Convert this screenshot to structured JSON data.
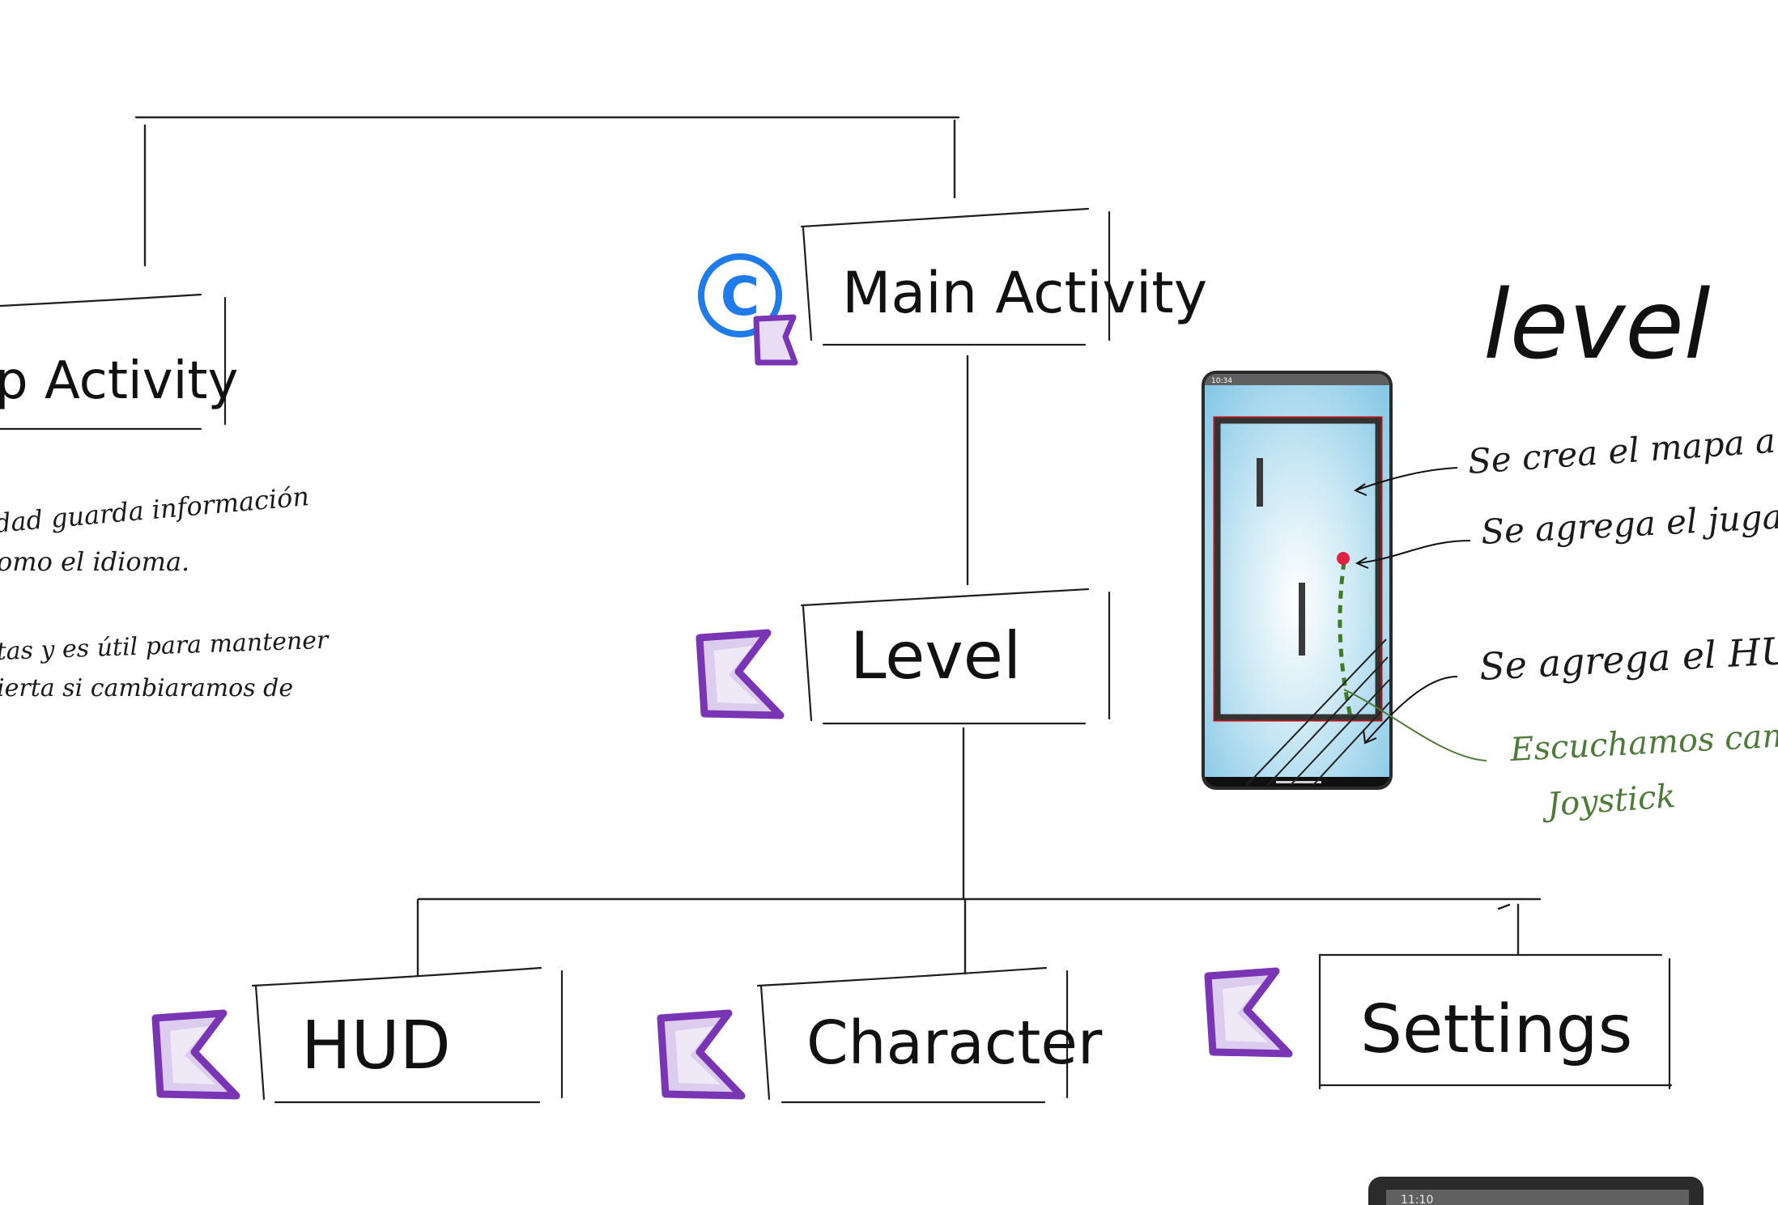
{
  "canvas": {
    "background": "#ffffff"
  },
  "nodes": {
    "app_activity": {
      "label": "App Activity",
      "visible_label": "p   Activity"
    },
    "main_activity": {
      "label": "Main Activity",
      "icon": "kotlin-class-copyright-icon"
    },
    "level": {
      "label": "Level",
      "icon": "kotlin-file-icon"
    },
    "hud": {
      "label": "HUD",
      "icon": "kotlin-file-icon"
    },
    "character": {
      "label": "Character",
      "icon": "kotlin-file-icon"
    },
    "settings": {
      "label": "Settings",
      "icon": "kotlin-file-icon"
    }
  },
  "left_notes": {
    "line1": "dad guarda información",
    "line2": "omo el idioma.",
    "line3": "tas y es útil para mantener",
    "line4": "ierta si cambiaramos de"
  },
  "level_panel": {
    "title": "level",
    "status_time": "10:34",
    "annotations": {
      "map": "Se crea el mapa a",
      "player": "Se agrega el jugado",
      "hud": "Se agrega el HU",
      "joystick_line1": "Escuchamos cam",
      "joystick_line2": "Joystick"
    }
  },
  "bottom_phone_status": "11:10",
  "colors": {
    "kotlin_purple": "#7a35b5",
    "kotlin_fill": "#dccdee",
    "copyright_blue": "#1f7be8",
    "phone_sky": "#8ccde8",
    "phone_frame": "#303030",
    "map_border_red": "#b01818",
    "player_red": "#e02040",
    "path_green": "#3f7a25",
    "annotation_green": "#4e7a3a"
  }
}
